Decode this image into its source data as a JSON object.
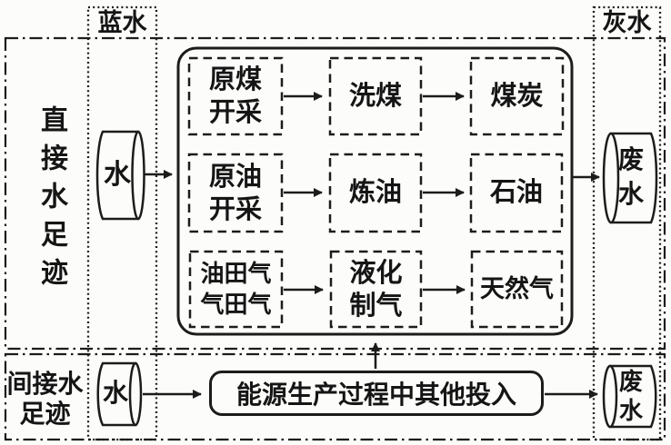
{
  "diagram": {
    "title_implicit": "",
    "blue_water_label": "蓝水",
    "grey_water_label": "灰水",
    "direct_region_label": "直接水足迹",
    "indirect_region_label": [
      "间接水",
      "足迹"
    ],
    "cylinders": {
      "direct_input": "水",
      "direct_output": [
        "废",
        "水"
      ],
      "indirect_input": "水",
      "indirect_output": [
        "废",
        "水"
      ]
    },
    "process_chains": [
      {
        "stage1": [
          "原煤",
          "开采"
        ],
        "stage2": [
          "洗煤"
        ],
        "stage3": [
          "煤炭"
        ]
      },
      {
        "stage1": [
          "原油",
          "开采"
        ],
        "stage2": [
          "炼油"
        ],
        "stage3": [
          "石油"
        ]
      },
      {
        "stage1": [
          "油田气",
          "气田气"
        ],
        "stage2": [
          "液化",
          "制气"
        ],
        "stage3": [
          "天然气"
        ]
      }
    ],
    "other_inputs_label": "能源生产过程中其他投入",
    "colors": {
      "ink": "#1c1c1c",
      "paper": "#fcfcfa"
    }
  }
}
